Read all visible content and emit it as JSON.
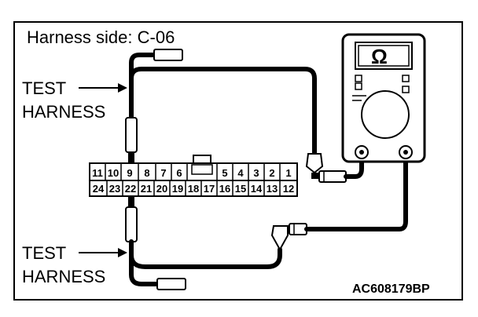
{
  "diagram": {
    "title": "Harness side: C-06",
    "figure_code": "AC608179BP",
    "test_harness_top": {
      "line1": "TEST",
      "line2": "HARNESS"
    },
    "test_harness_bottom": {
      "line1": "TEST",
      "line2": "HARNESS"
    },
    "meter_symbol": "Ω",
    "connector": {
      "top_row": [
        "11",
        "10",
        "9",
        "8",
        "7",
        "6",
        "",
        "5",
        "4",
        "3",
        "2",
        "1"
      ],
      "bottom_row": [
        "24",
        "23",
        "22",
        "21",
        "20",
        "19",
        "18",
        "17",
        "16",
        "15",
        "14",
        "13",
        "12"
      ]
    }
  }
}
